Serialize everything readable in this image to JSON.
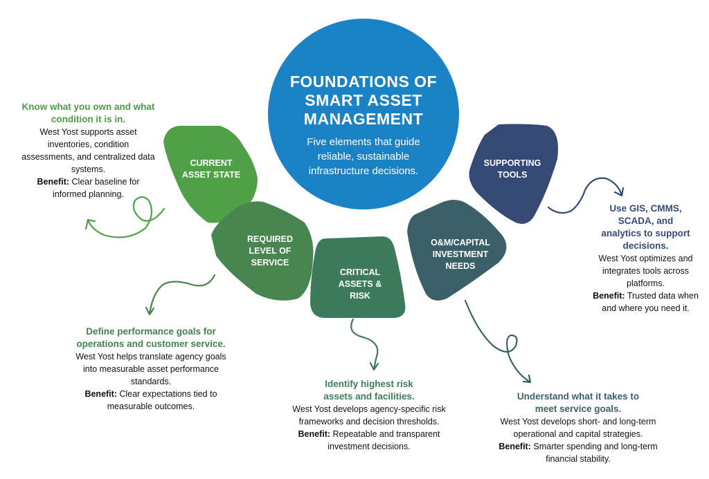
{
  "hero": {
    "title": "FOUNDATIONS OF SMART ASSET MANAGEMENT",
    "subtitle": "Five elements that guide reliable, sustainable infrastructure decisions."
  },
  "colors": {
    "hero": "#1b82c6",
    "current_asset_state": "#4fa047",
    "required_level_of_service": "#47864f",
    "critical_assets": "#3e7a5c",
    "om_capital": "#3b5f66",
    "supporting_tools": "#344a74"
  },
  "elements": [
    {
      "label": "CURRENT ASSET STATE",
      "heading": "Know what you own and what condition it is in.",
      "body": "West Yost supports asset inventories, condition assessments, and centralized data systems.",
      "benefit_label": "Benefit:",
      "benefit": "Clear baseline for informed planning."
    },
    {
      "label": "REQUIRED LEVEL OF SERVICE",
      "heading": "Define performance goals for operations and customer service.",
      "body": "West Yost helps translate agency goals into measurable asset performance standards.",
      "benefit_label": "Benefit:",
      "benefit": "Clear expectations tied to measurable outcomes."
    },
    {
      "label": "CRITICAL ASSETS & RISK",
      "heading": "Identify highest risk assets and facilities.",
      "body": "West Yost develops agency-specific risk frameworks and decision thresholds.",
      "benefit_label": "Benefit:",
      "benefit": "Repeatable and transparent investment decisions."
    },
    {
      "label": "O&M/CAPITAL INVESTMENT NEEDS",
      "heading": "Understand what it takes to meet service goals.",
      "body": "West Yost develops short- and long-term operational and capital strategies.",
      "benefit_label": "Benefit:",
      "benefit": "Smarter spending and long-term financial stability."
    },
    {
      "label": "SUPPORTING TOOLS",
      "heading": "Use GIS, CMMS, SCADA, and analytics to support decisions.",
      "body": "West Yost optimizes and integrates tools across platforms.",
      "benefit_label": "Benefit:",
      "benefit": "Trusted data when and where you need it."
    }
  ]
}
